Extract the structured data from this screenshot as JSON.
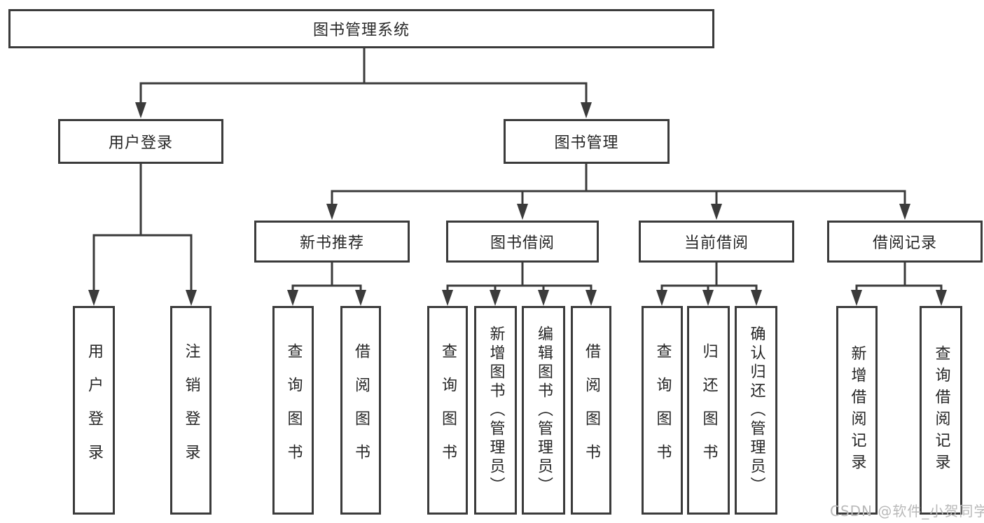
{
  "diagram": {
    "type": "hierarchy",
    "nodes": {
      "root": "图书管理系统",
      "user_login": "用户登录",
      "book_mgmt": "图书管理",
      "new_book": "新书推荐",
      "book_borrow": "图书借阅",
      "current_borrow": "当前借阅",
      "borrow_records": "借阅记录",
      "leaf_user_login": "用户登录",
      "leaf_logout": "注销登录",
      "leaf_newbook_query": "查询图书",
      "leaf_newbook_borrow": "借阅图书",
      "leaf_borrow_query": "查询图书",
      "leaf_borrow_add": "新增图书（管理员）",
      "leaf_borrow_edit": "编辑图书（管理员）",
      "leaf_borrow_borrow": "借阅图书",
      "leaf_current_query": "查询图书",
      "leaf_current_return": "归还图书",
      "leaf_current_confirm": "确认归还（管理员）",
      "leaf_records_add": "新增借阅记录",
      "leaf_records_query": "查询借阅记录"
    },
    "edges": [
      [
        "root",
        "user_login"
      ],
      [
        "root",
        "book_mgmt"
      ],
      [
        "user_login",
        "leaf_user_login"
      ],
      [
        "user_login",
        "leaf_logout"
      ],
      [
        "book_mgmt",
        "new_book"
      ],
      [
        "book_mgmt",
        "book_borrow"
      ],
      [
        "book_mgmt",
        "current_borrow"
      ],
      [
        "book_mgmt",
        "borrow_records"
      ],
      [
        "new_book",
        "leaf_newbook_query"
      ],
      [
        "new_book",
        "leaf_newbook_borrow"
      ],
      [
        "book_borrow",
        "leaf_borrow_query"
      ],
      [
        "book_borrow",
        "leaf_borrow_add"
      ],
      [
        "book_borrow",
        "leaf_borrow_edit"
      ],
      [
        "book_borrow",
        "leaf_borrow_borrow"
      ],
      [
        "current_borrow",
        "leaf_current_query"
      ],
      [
        "current_borrow",
        "leaf_current_return"
      ],
      [
        "current_borrow",
        "leaf_current_confirm"
      ],
      [
        "borrow_records",
        "leaf_records_add"
      ],
      [
        "borrow_records",
        "leaf_records_query"
      ]
    ],
    "colors": {
      "line": "#3b3b3b",
      "box_border": "#3b3b3b",
      "text": "#262626",
      "watermark": "#b9b9b9",
      "background": "#ffffff"
    },
    "watermark": "CSDN @软件_小贺同学"
  }
}
